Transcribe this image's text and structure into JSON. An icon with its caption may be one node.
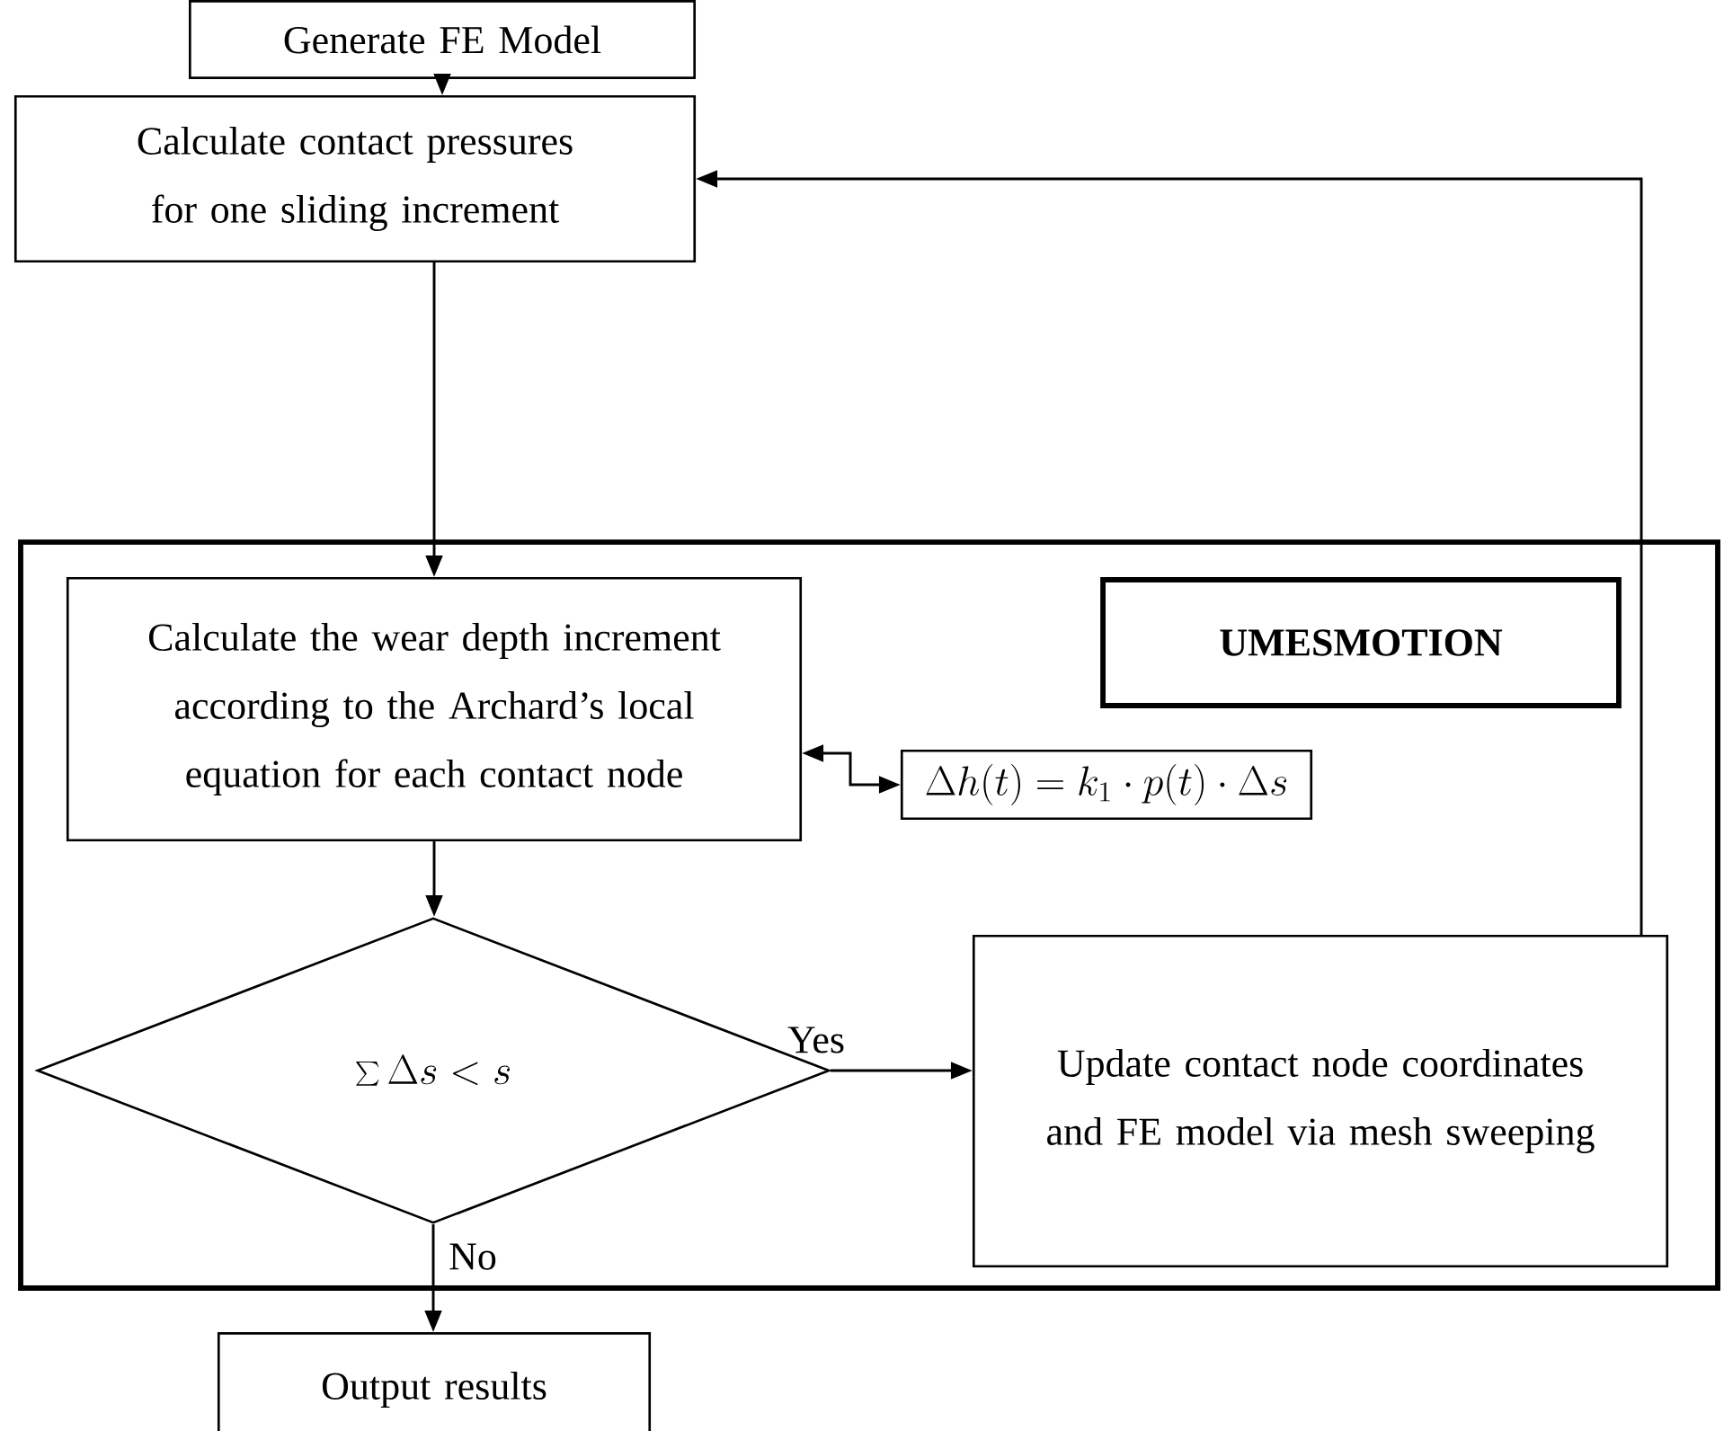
{
  "diagram": {
    "nodes": [
      {
        "text": [
          "Generate FE Model"
        ]
      },
      {
        "text": [
          "Calculate contact pressures for one sliding increment"
        ]
      },
      {
        "text": [],
        "shape": "box"
      },
      {
        "text": [
          "Calculate the wear depth increment according to the Archard’s local equation for each contact node"
        ],
        "in": 2
      },
      {
        "text": [
          "UMESMOTION"
        ],
        "in": 2
      },
      {
        "text": [
          "\\Delta h(t) = k_1 \\cdot p(t) \\cdot \\Delta s"
        ],
        "in": 2
      },
      {
        "text": [
          "\\sum \\Delta s < s"
        ],
        "in": 2
      },
      {
        "text": [
          "Update contact node coordinates and FE model via mesh sweeping"
        ],
        "in": 2
      },
      {
        "text": [
          "Output results"
        ]
      }
    ],
    "edges": [
      {
        "from": 0,
        "to": 1,
        "arrow": "to"
      },
      {
        "from": 1,
        "to": 3,
        "arrow": "to"
      },
      {
        "from": 3,
        "to": 5,
        "arrow": "both"
      },
      {
        "from": 3,
        "to": 6,
        "arrow": "to"
      },
      {
        "from": 6,
        "to": 7,
        "arrow": "to",
        "label": "Yes"
      },
      {
        "from": 7,
        "to": 1,
        "arrow": "to"
      },
      {
        "from": 6,
        "to": 8,
        "arrow": "to",
        "label": "No"
      }
    ]
  }
}
